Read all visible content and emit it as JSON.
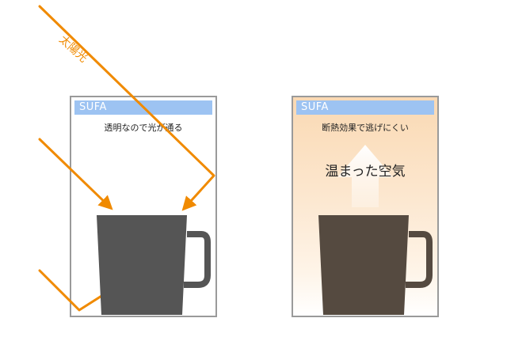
{
  "sun_label": "太陽光",
  "left_panel": {
    "brand": "SUFA",
    "caption": "透明なので光が通る"
  },
  "right_panel": {
    "brand": "SUFA",
    "caption": "断熱効果で逃げにくい",
    "warm_air_label": "温まった空気"
  },
  "colors": {
    "sunlight": "#f08a00",
    "brand_bar": "#9dc3f2",
    "mug": "#555555",
    "panel_border": "#9a9a9a",
    "warm_gradient_top": "#fad9b3"
  }
}
